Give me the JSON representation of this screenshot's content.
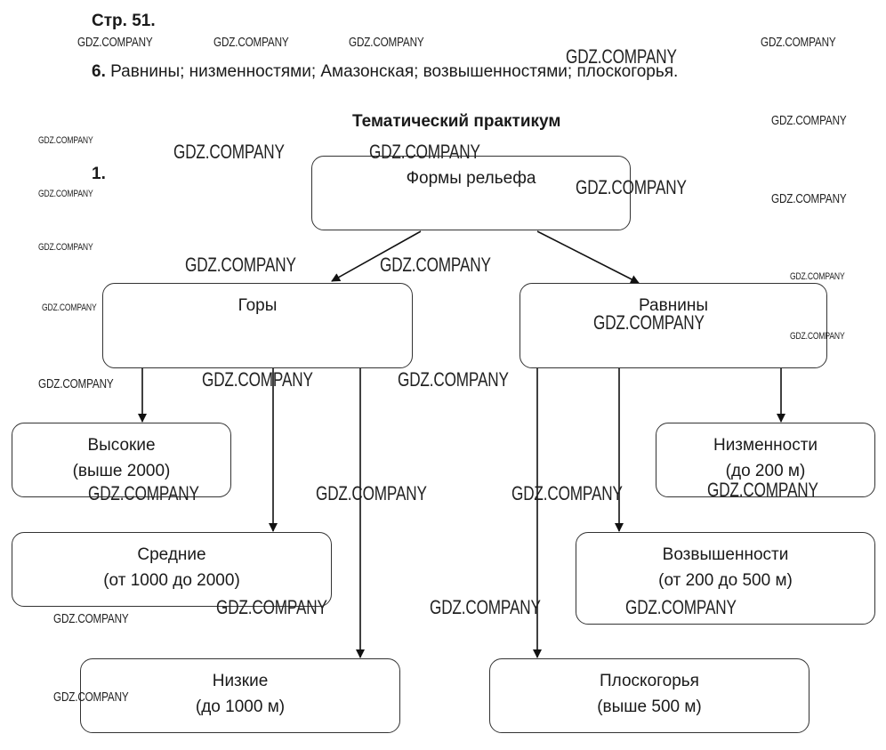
{
  "header": {
    "page_label": "Стр. 51.",
    "answer_number": "6.",
    "answer_text": "Равнины; низменностями; Амазонская; возвышенностями; плоскогорья."
  },
  "section_title": "Тематический практикум",
  "task_number": "1.",
  "diagram": {
    "root": "Формы рельефа",
    "mountains": {
      "title": "Горы",
      "high": [
        "Высокие",
        "(выше 2000)"
      ],
      "medium": [
        "Средние",
        "(от 1000 до 2000)"
      ],
      "low": [
        "Низкие",
        "(до 1000 м)"
      ]
    },
    "plains": {
      "title": "Равнины",
      "lowlands": [
        "Низменности",
        "(до 200 м)"
      ],
      "uplands": [
        "Возвышенности",
        "(от 200 до 500 м)"
      ],
      "plateaus": [
        "Плоскогорья",
        "(выше 500 м)"
      ]
    }
  },
  "watermark": "GDZ.COMPANY"
}
